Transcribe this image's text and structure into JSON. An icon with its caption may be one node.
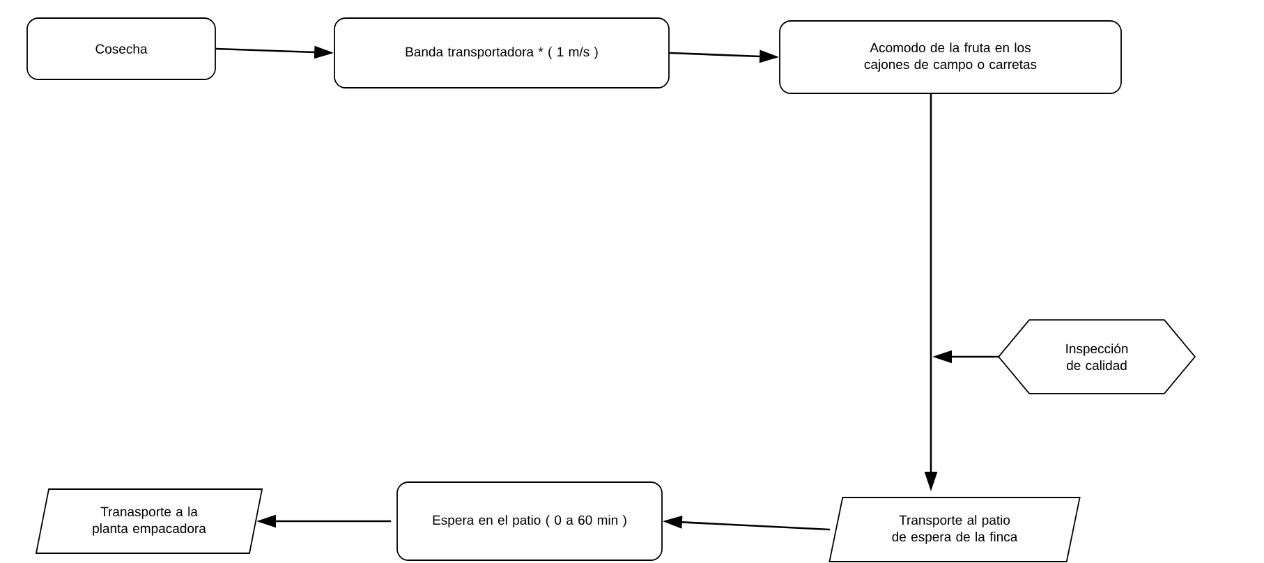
{
  "diagram": {
    "nodes": [
      {
        "text": [
          "Cosecha"
        ]
      },
      {
        "text": [
          "Banda transportadora * ( 1 m/s )"
        ]
      },
      {
        "text": [
          "Acomodo de la fruta en los cajones de campo o carretas"
        ]
      },
      {
        "text": [
          "Inspección de calidad"
        ]
      },
      {
        "text": [
          "Transporte al patio de espera de la finca"
        ]
      },
      {
        "text": [
          "Espera en el patio ( 0 a 60 min )"
        ]
      },
      {
        "text": [
          "Tranasporte a la planta empacadora"
        ]
      }
    ],
    "edges": [
      {
        "from": 0,
        "to": 1,
        "arrow": "to"
      },
      {
        "from": 1,
        "to": 2,
        "arrow": "to"
      },
      {
        "from": 2,
        "to": 4,
        "arrow": "to"
      },
      {
        "from": 3,
        "to": null,
        "arrow": "to"
      },
      {
        "from": 4,
        "to": 5,
        "arrow": "to"
      },
      {
        "from": 5,
        "to": 6,
        "arrow": "to"
      }
    ]
  }
}
